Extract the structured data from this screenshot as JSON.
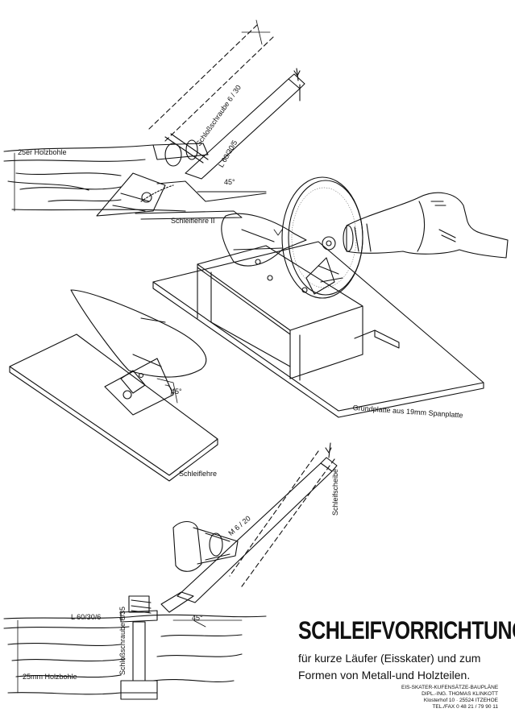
{
  "labels": {
    "holzbohle_top": "25er Holzbohle",
    "schlossschraube_top": "Schloßschraube 6 / 30",
    "winkel_top": "L 60/30/5",
    "angle_top": "45°",
    "schleiflehre_ii": "Schleiflehre II",
    "angle_mid": "45°",
    "grundplatte": "Grundplatte aus 19mm Spanplatte",
    "schleiflehre": "Schleiflehre",
    "schleifscheibe": "Schleifscheibe",
    "m6": "M 6 / 20",
    "winkel_bottom": "L 60/30/6",
    "angle_bottom": "45°",
    "schlossschraube_bottom": "Schloßschraube 6/35",
    "holzbohle_bottom": "25mm Holzbohle"
  },
  "title": {
    "main": "SCHLEIFVORRICHTUNG",
    "line1": "für kurze Läufer (Eisskater) und zum",
    "line2": "Formen von Metall-und Holzteilen."
  },
  "address": {
    "line1": "EIS-SKATER-KUFENSÄTZE-BAUPLÄNE",
    "line2": "DIPL.-ING. THOMAS KLINKOTT",
    "line3": "Klosterhof 10 · 25524 ITZEHOE",
    "line4": "TEL./FAX 0 48 21 / 79 90 11"
  }
}
